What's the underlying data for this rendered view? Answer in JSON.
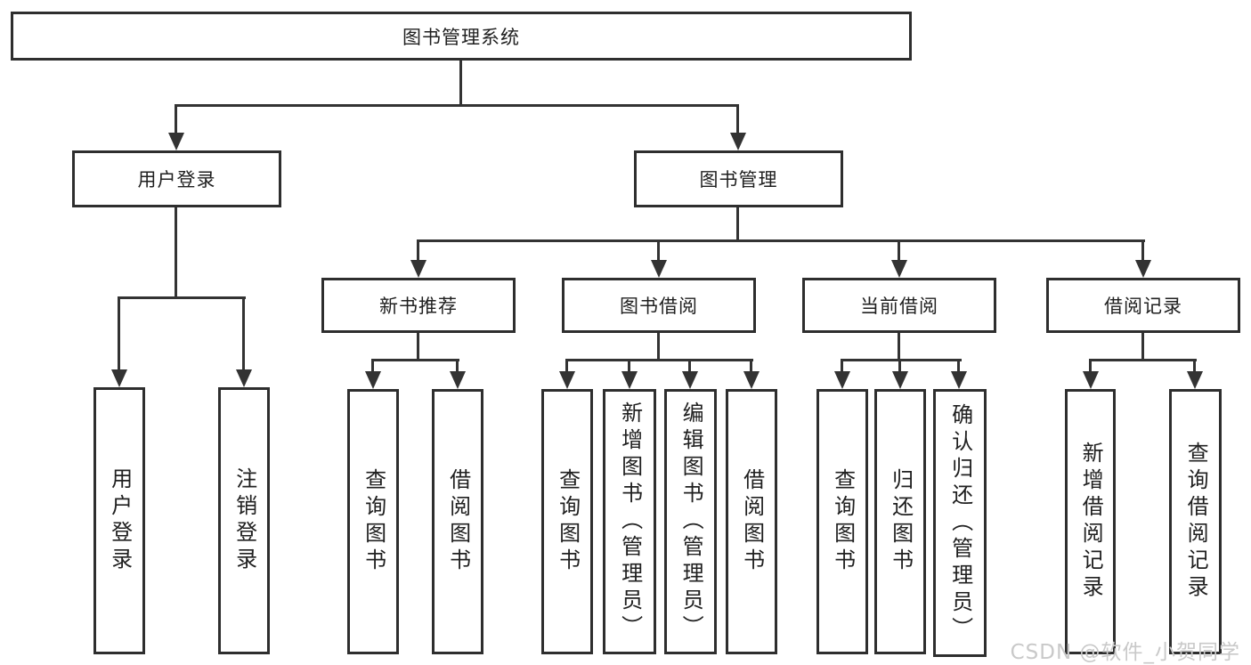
{
  "tree": {
    "root": {
      "label": "图书管理系统"
    },
    "branches": [
      {
        "label": "用户登录",
        "children": [
          {
            "label": "用户登录"
          },
          {
            "label": "注销登录"
          }
        ]
      },
      {
        "label": "图书管理",
        "children": [
          {
            "label": "新书推荐",
            "children": [
              {
                "label": "查询图书"
              },
              {
                "label": "借阅图书"
              }
            ]
          },
          {
            "label": "图书借阅",
            "children": [
              {
                "label": "查询图书"
              },
              {
                "label": "新增图书（管理员）"
              },
              {
                "label": "编辑图书（管理员）"
              },
              {
                "label": "借阅图书"
              }
            ]
          },
          {
            "label": "当前借阅",
            "children": [
              {
                "label": "查询图书"
              },
              {
                "label": "归还图书"
              },
              {
                "label": "确认归还（管理员）"
              }
            ]
          },
          {
            "label": "借阅记录",
            "children": [
              {
                "label": "新增借阅记录"
              },
              {
                "label": "查询借阅记录"
              }
            ]
          }
        ]
      }
    ]
  },
  "watermark": "CSDN @软件_小贺同学",
  "colors": {
    "background": "#ffffff",
    "line": "#333333",
    "box_border": "#2e2e2e",
    "text": "#202020",
    "watermark": "#c9c9c9"
  }
}
